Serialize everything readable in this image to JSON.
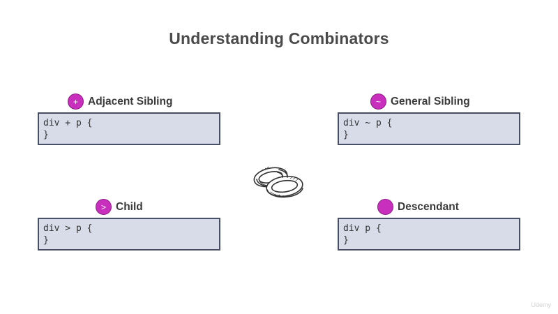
{
  "slide": {
    "title": "Understanding Combinators",
    "combinators": [
      {
        "name": "Adjacent Sibling",
        "symbol": "+",
        "code_line1": "div + p {",
        "code_line2": "}"
      },
      {
        "name": "General Sibling",
        "symbol": "~",
        "code_line1": "div ~ p {",
        "code_line2": "}"
      },
      {
        "name": "Child",
        "symbol": ">",
        "code_line1": "div > p {",
        "code_line2": "}"
      },
      {
        "name": "Descendant",
        "symbol": "",
        "code_line1": "div p {",
        "code_line2": "}"
      }
    ],
    "center_icon": "interlocking-rings-icon",
    "watermark": "Udemy"
  },
  "colors": {
    "badge": "#c92fbd",
    "code_background": "#d7dce8",
    "code_border": "#464f63",
    "title": "#4a4a4a"
  }
}
